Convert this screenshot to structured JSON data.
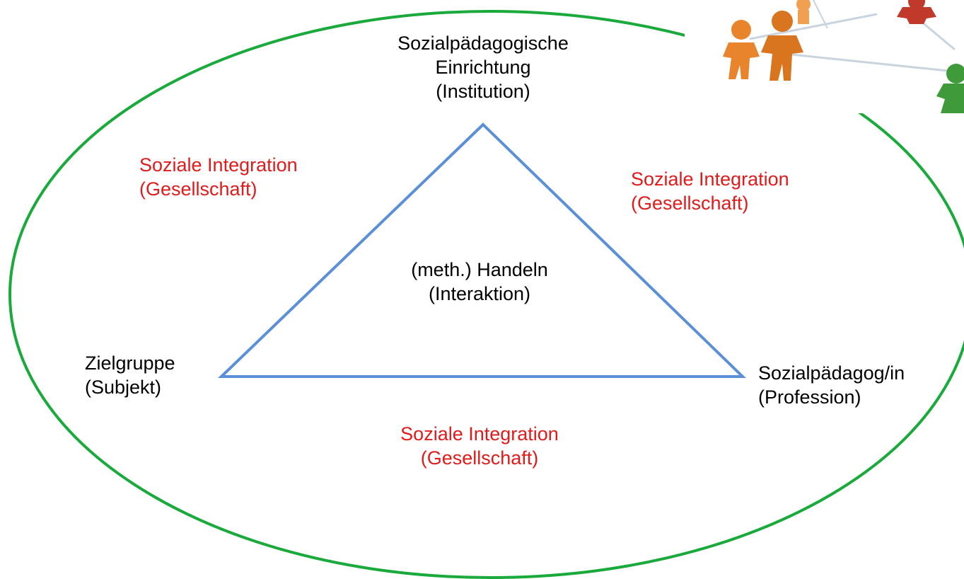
{
  "colors": {
    "ellipse": "#1aaa3c",
    "triangle": "#5b8fd6",
    "vertex_text": "#000000",
    "integration_text": "#e01b1b"
  },
  "decoration": {
    "icon": "people-network-icon"
  },
  "nodes": {
    "top": {
      "line1": "Sozialpädagogische",
      "line2": "Einrichtung",
      "line3": "(Institution)"
    },
    "left": {
      "line1": "Zielgruppe",
      "line2": "(Subjekt)"
    },
    "right": {
      "line1": "Sozialpädagog/in",
      "line2": "(Profession)"
    },
    "center": {
      "line1": "(meth.) Handeln",
      "line2": "(Interaktion)"
    }
  },
  "integration": [
    {
      "line1": "Soziale Integration",
      "line2": "(Gesellschaft)"
    },
    {
      "line1": "Soziale Integration",
      "line2": "(Gesellschaft)"
    },
    {
      "line1": "Soziale Integration",
      "line2": "(Gesellschaft)"
    }
  ]
}
